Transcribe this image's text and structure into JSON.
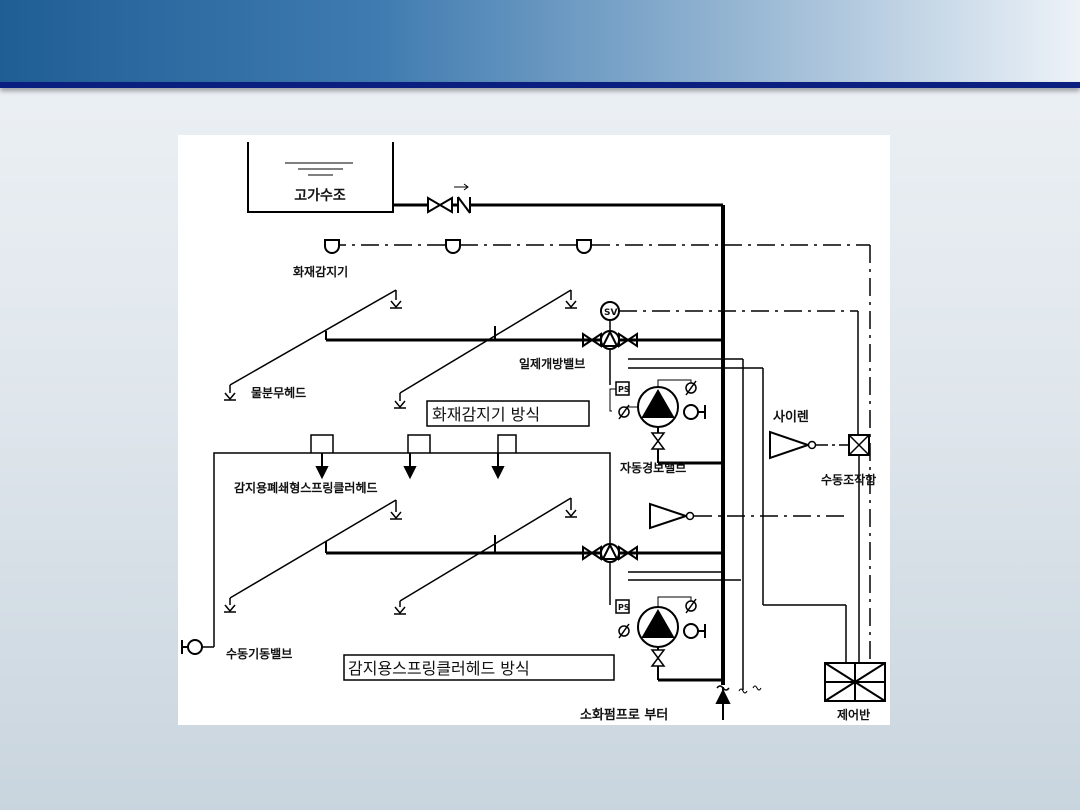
{
  "labels": {
    "tank": "고가수조",
    "fire_detector": "화재감지기",
    "water_spray_head": "물분무헤드",
    "method_detector": "화재감지기 방식",
    "simultaneous_valve": "일제개방밸브",
    "siren": "사이렌",
    "alarm_valve": "자동경보밸브",
    "manual_box": "수동조작함",
    "closed_head": "감지용폐쇄형스프링클러헤드",
    "manual_valve": "수동기동밸브",
    "method_sprinkler": "감지용스프링클러헤드 방식",
    "from_pump": "소화펌프로 부터",
    "control_panel": "제어반",
    "ps": "PS",
    "sv": "SV"
  }
}
